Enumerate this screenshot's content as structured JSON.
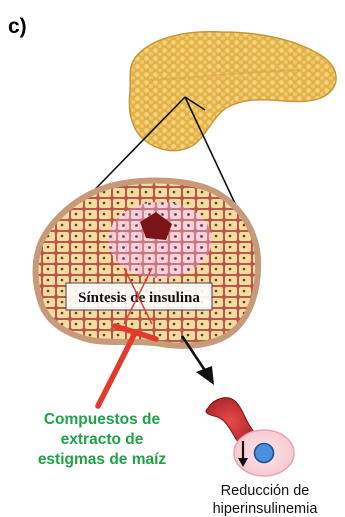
{
  "panel_label": "c)",
  "synthesis_label": "Síntesis de insulina",
  "compounds": {
    "lines": [
      "Compuestos de",
      "extracto de",
      "estigmas de maíz"
    ],
    "color": "#1fa24a"
  },
  "result": {
    "lines": [
      "Reducción de",
      "hiperinsulinemia"
    ]
  },
  "colors": {
    "pancreas_fill": "#e6b84d",
    "pancreas_dots": "#f3d37a",
    "tissue_fill": "#f2c2ad",
    "cell_fill": "#f4dca0",
    "islet_cell": "#f7d2df",
    "inhibitor_red": "#e23a2c",
    "vessel_red": "#c8262b",
    "vessel_dark": "#7e1014",
    "cell_blue": "#4c8fe0",
    "inhibition_cross": "#e23a2c"
  }
}
